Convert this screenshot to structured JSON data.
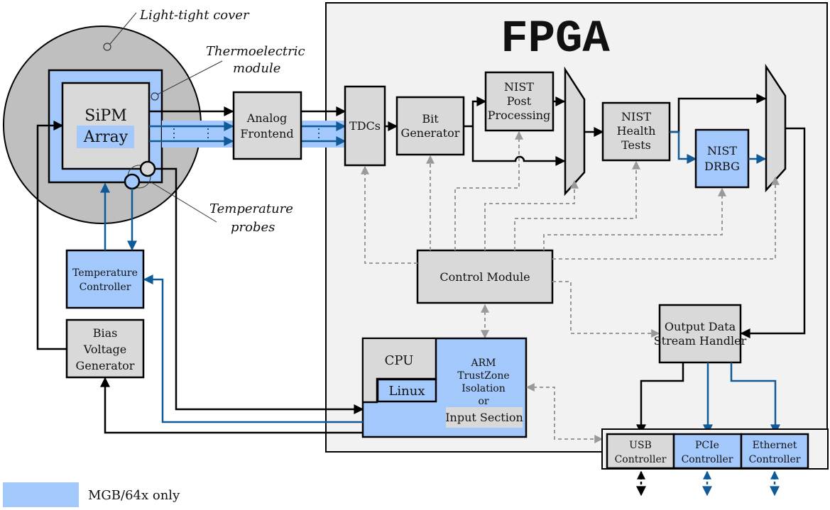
{
  "title": "FPGA",
  "annotations": {
    "cover": "Light-tight cover",
    "tec_line1": "Thermoelectric",
    "tec_line2": "module",
    "probes_line1": "Temperature",
    "probes_line2": "probes"
  },
  "blocks": {
    "sipm": {
      "line1": "SiPM",
      "line2": "Array"
    },
    "analog": {
      "line1": "Analog",
      "line2": "Frontend"
    },
    "tdcs": {
      "line1": "TDCs"
    },
    "bitgen": {
      "line1": "Bit",
      "line2": "Generator"
    },
    "postproc": {
      "line1": "NIST",
      "line2": "Post",
      "line3": "Processing"
    },
    "health": {
      "line1": "NIST",
      "line2": "Health",
      "line3": "Tests"
    },
    "drbg": {
      "line1": "NIST",
      "line2": "DRBG"
    },
    "control": {
      "line1": "Control Module"
    },
    "tempctrl": {
      "line1": "Temperature",
      "line2": "Controller"
    },
    "bias": {
      "line1": "Bias",
      "line2": "Voltage",
      "line3": "Generator"
    },
    "cpu": {
      "label": "CPU",
      "linux": "Linux",
      "arm1": "ARM",
      "arm2": "TrustZone",
      "arm3": "Isolation",
      "arm4": "or",
      "input": "Input Section"
    },
    "output": {
      "line1": "Output Data",
      "line2": "Stream Handler"
    },
    "usb": {
      "line1": "USB",
      "line2": "Controller"
    },
    "pcie": {
      "line1": "PCIe",
      "line2": "Controller"
    },
    "eth": {
      "line1": "Ethernet",
      "line2": "Controller"
    }
  },
  "legend": {
    "label": "MGB/64x only",
    "color": "#a3c8fc"
  },
  "colors": {
    "optional_fill": "#a3c8fc",
    "block_fill": "#d9d9d9",
    "blue_line": "#105a98",
    "control_line": "#999999",
    "fpga_bg": "#f2f2f2"
  }
}
